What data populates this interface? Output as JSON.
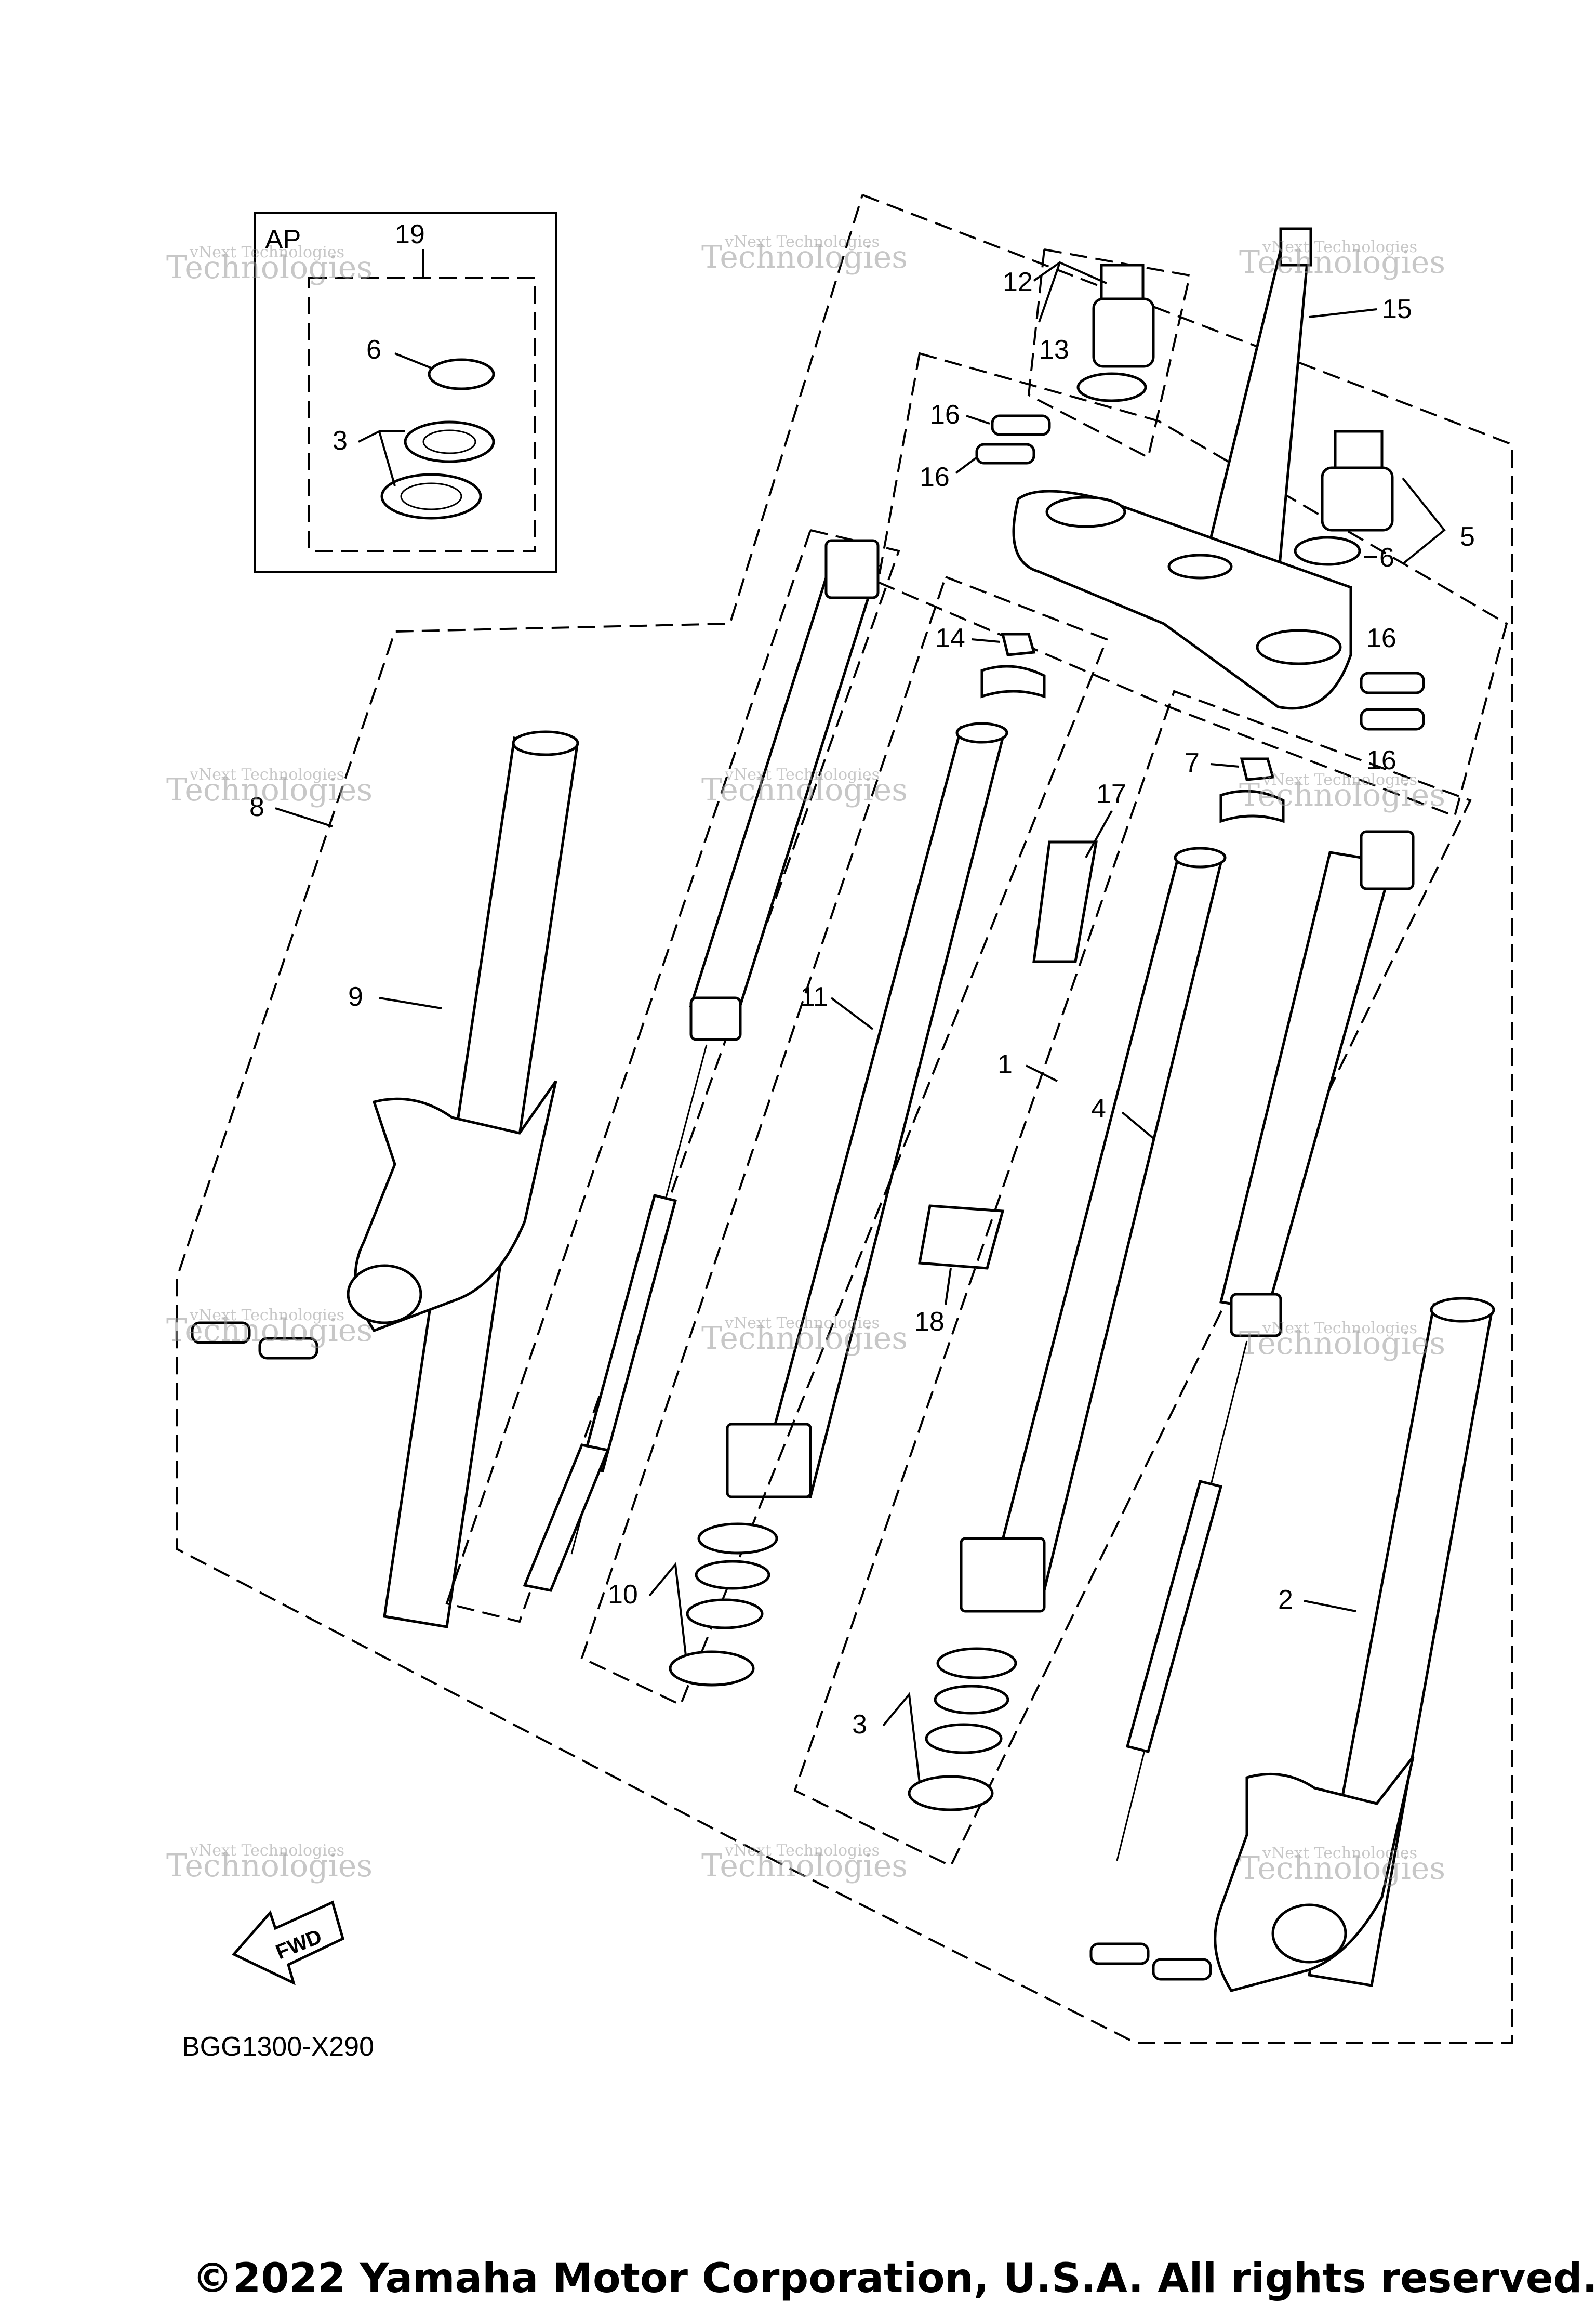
{
  "diagram": {
    "diagram_code": "BGG1300-X290",
    "copyright": "©2022 Yamaha Motor Corporation, U.S.A. All rights reserved.",
    "inset": {
      "label": "AP",
      "callout": "19"
    },
    "fwd_label": "FWD",
    "watermark": {
      "line1": "vNext Technologies",
      "line2": "Technologies"
    },
    "callouts": {
      "c1": "1",
      "c2": "2",
      "c3a": "3",
      "c3b": "3",
      "c4": "4",
      "c5": "5",
      "c6a": "6",
      "c6b": "6",
      "c7": "7",
      "c8": "8",
      "c9": "9",
      "c10": "10",
      "c11": "11",
      "c12": "12",
      "c13": "13",
      "c14": "14",
      "c15": "15",
      "c16a": "16",
      "c16b": "16",
      "c16c": "16",
      "c16d": "16",
      "c17": "17",
      "c18": "18",
      "c19": "19"
    }
  }
}
